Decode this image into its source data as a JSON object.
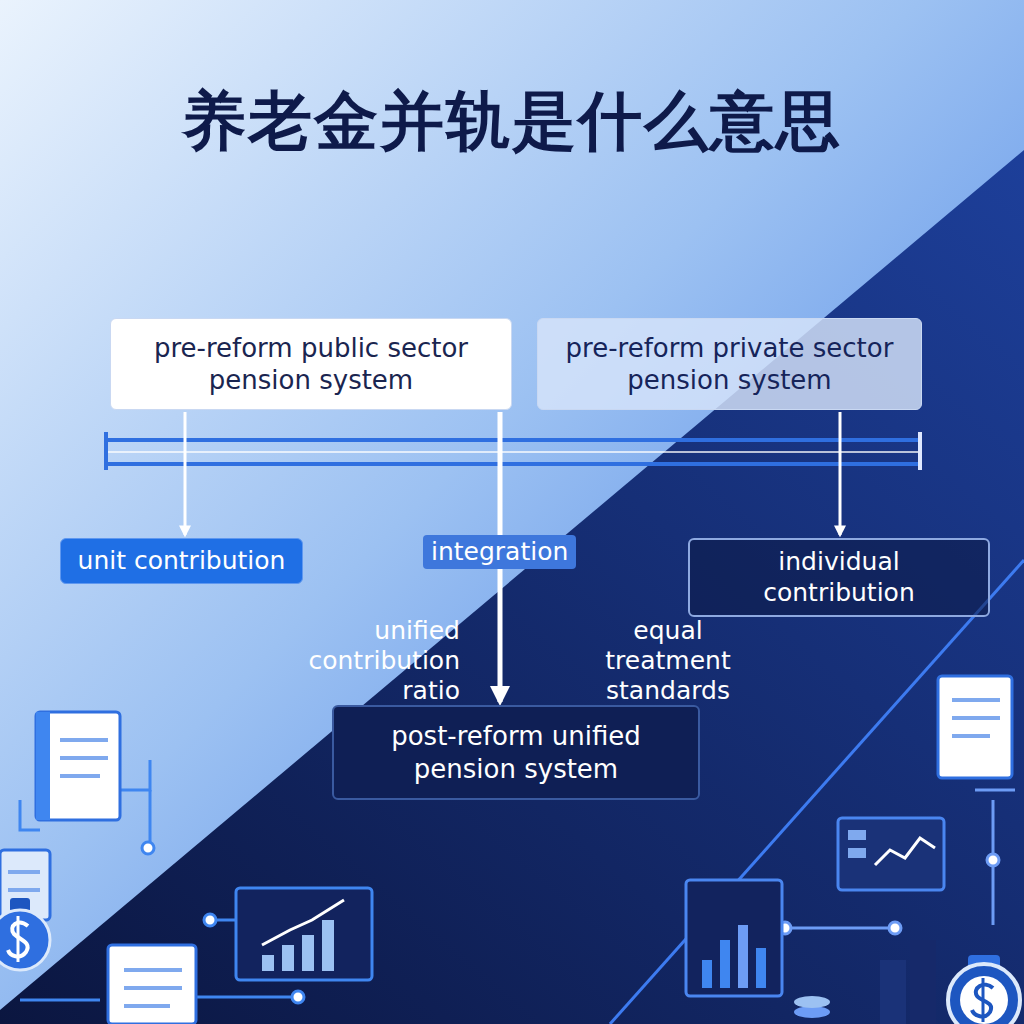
{
  "diagram": {
    "title": "养老金并轨是什么意思",
    "nodes": [
      {
        "text": [
          "pre-reform public sector pension system"
        ]
      },
      {
        "text": [
          "pre-reform private sector pension system"
        ]
      },
      {
        "text": [
          "unit contribution"
        ]
      },
      {
        "text": [
          "individual contribution"
        ]
      },
      {
        "text": [
          "post-reform unified pension system"
        ]
      }
    ],
    "edges": [
      {
        "from": 0,
        "to": 2,
        "arrow": "to"
      },
      {
        "from": 1,
        "to": 3,
        "arrow": "to"
      },
      {
        "from": 0,
        "to": 4,
        "label": "integration",
        "arrow": "to"
      }
    ],
    "labels": [
      "unified contribution ratio",
      "equal treatment standards"
    ]
  }
}
